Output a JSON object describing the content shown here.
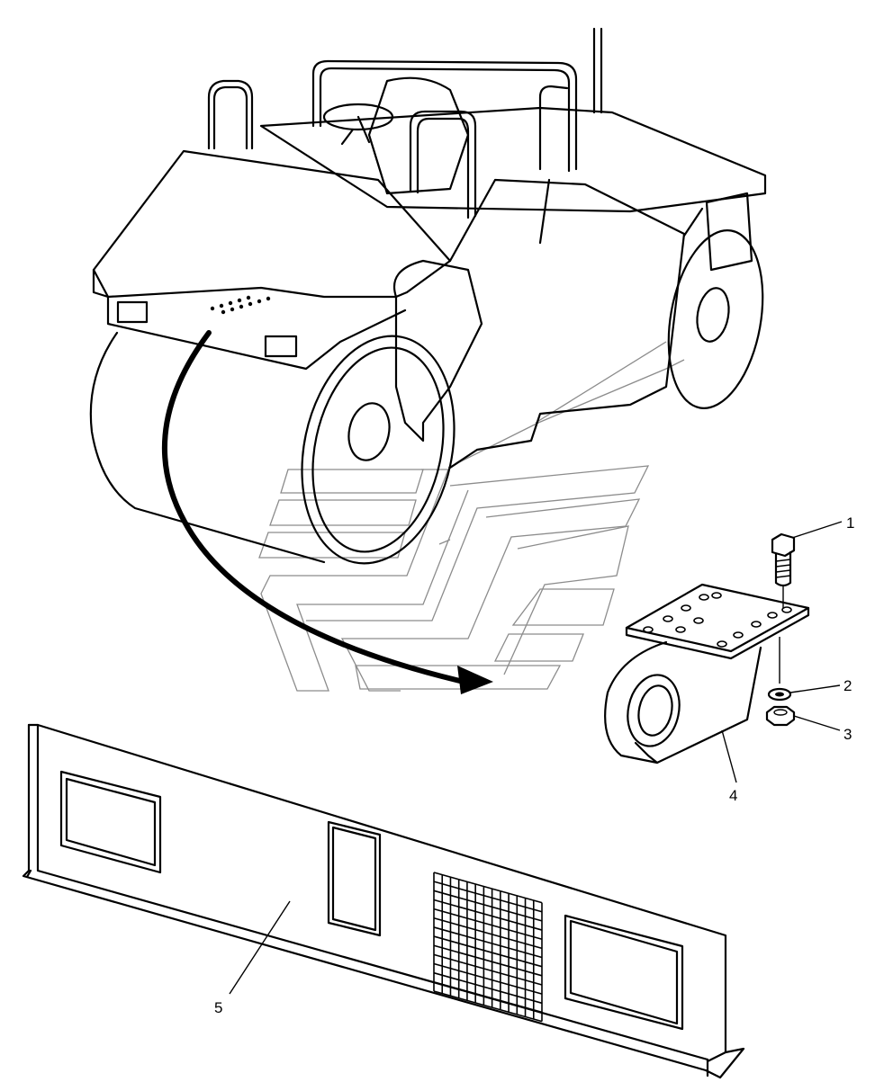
{
  "diagram": {
    "subject": "roller-compactor",
    "colors": {
      "ink": "#000000",
      "watermark": "#8c8c8c",
      "paper": "#ffffff"
    },
    "callouts": [
      {
        "id": "1",
        "label": "1"
      },
      {
        "id": "2",
        "label": "2"
      },
      {
        "id": "3",
        "label": "3"
      },
      {
        "id": "4",
        "label": "4"
      },
      {
        "id": "5",
        "label": "5"
      }
    ]
  }
}
